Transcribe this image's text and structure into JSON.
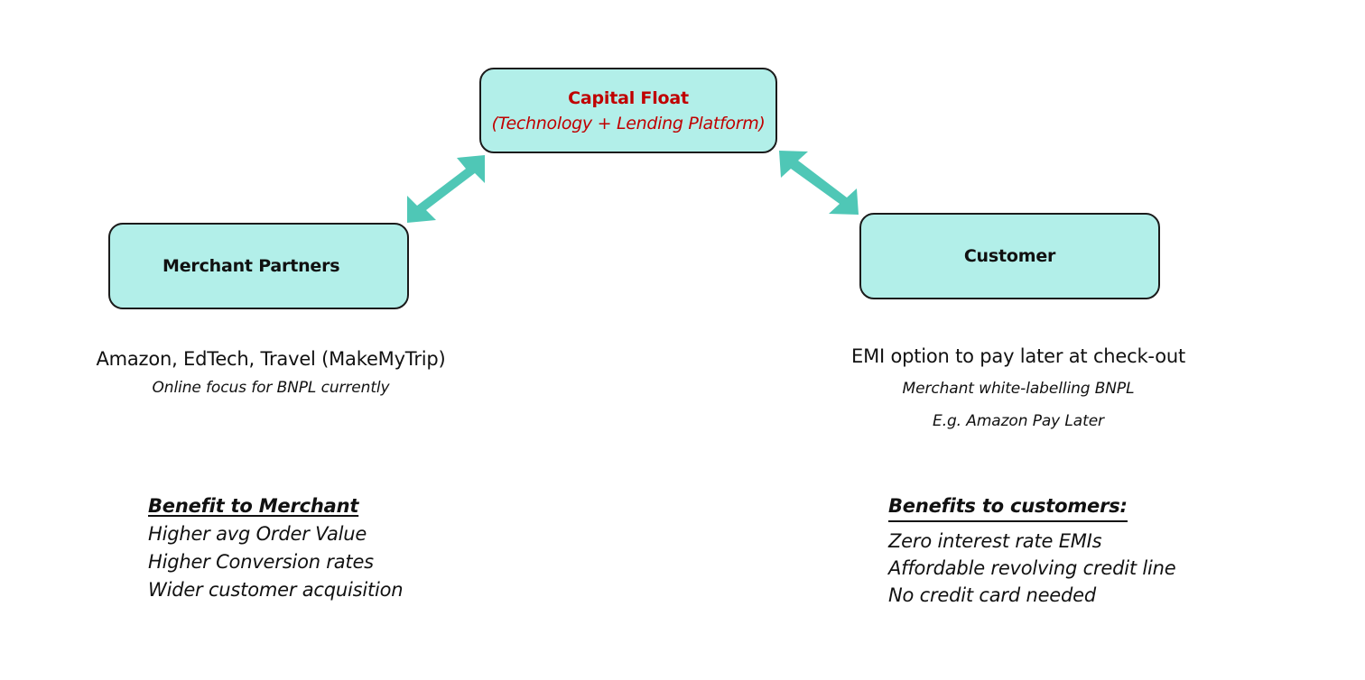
{
  "nodes": {
    "capital_float": {
      "title": "Capital Float",
      "subtitle": "(Technology + Lending Platform)"
    },
    "merchant": {
      "title": "Merchant Partners"
    },
    "customer": {
      "title": "Customer"
    }
  },
  "merchant_desc": {
    "line1": "Amazon, EdTech, Travel (MakeMyTrip)",
    "line2": "Online focus for BNPL currently"
  },
  "customer_desc": {
    "line1": "EMI option to pay later at check-out",
    "line2": "Merchant white-labelling BNPL",
    "line3": "E.g. Amazon Pay Later"
  },
  "benefits_merchant": {
    "heading": "Benefit to Merchant",
    "items": [
      "Higher avg Order Value",
      "Higher Conversion rates",
      "Wider customer acquisition"
    ]
  },
  "benefits_customer": {
    "heading": "Benefits to customers:",
    "items": [
      "Zero interest rate EMIs",
      "Affordable revolving credit line",
      "No credit card needed"
    ]
  },
  "colors": {
    "box_fill": "#b2efe9",
    "box_border": "#1b1b1b",
    "accent_red": "#c00000",
    "arrow": "#4fc7b6"
  }
}
